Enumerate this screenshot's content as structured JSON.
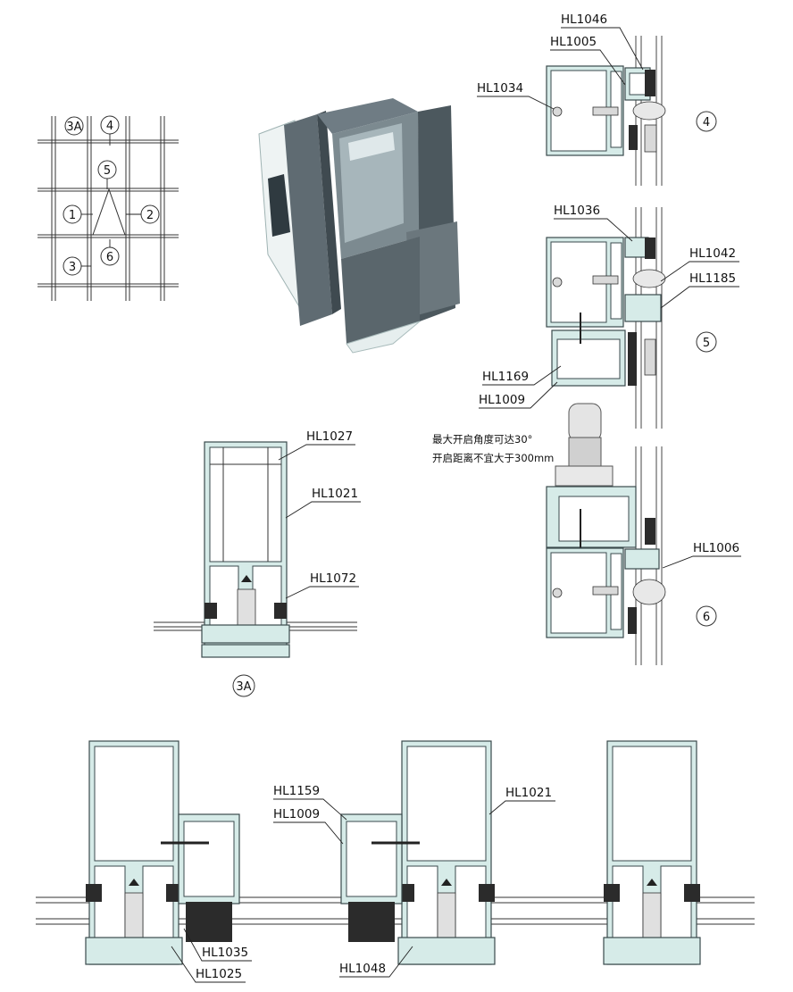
{
  "labels": {
    "hl1046": "HL1046",
    "hl1005": "HL1005",
    "hl1034": "HL1034",
    "hl1036": "HL1036",
    "hl1042": "HL1042",
    "hl1185": "HL1185",
    "hl1169": "HL1169",
    "hl1009_top": "HL1009",
    "hl1006": "HL1006",
    "hl1027": "HL1027",
    "hl1021_mid": "HL1021",
    "hl1072": "HL1072",
    "hl1159": "HL1159",
    "hl1009_bottom": "HL1009",
    "hl1021_bottom": "HL1021",
    "hl1035": "HL1035",
    "hl1025": "HL1025",
    "hl1048": "HL1048"
  },
  "notes": {
    "line1": "最大开启角度可达30°",
    "line2": "开启距离不宜大于300mm"
  },
  "markers": {
    "key_3a": "3A",
    "key_4": "4",
    "key_5": "5",
    "key_1": "1",
    "key_2": "2",
    "key_6": "6",
    "key_3": "3",
    "sec_4": "4",
    "sec_5": "5",
    "sec_6": "6",
    "sec_3a": "3A"
  }
}
